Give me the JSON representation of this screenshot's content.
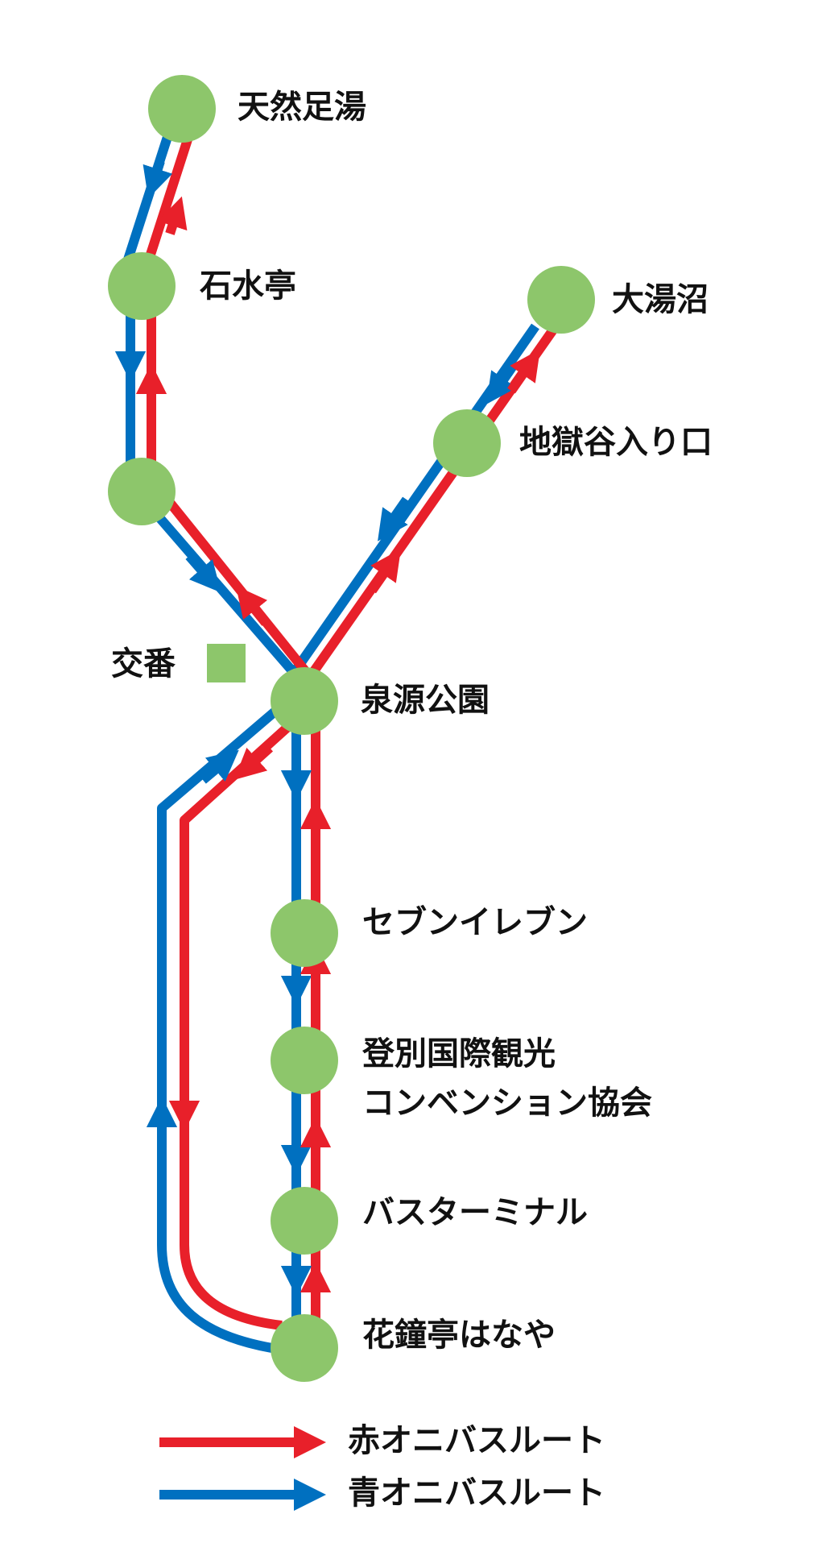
{
  "colors": {
    "red_route": "#e8202a",
    "blue_route": "#0070c0",
    "stop": "#8dc66b",
    "text": "#111111"
  },
  "stops": {
    "tennen_ashiyu": "天然足湯",
    "sekisuitei": "石水亭",
    "oyunuma": "大湯沼",
    "jigokudani_iriguchi": "地獄谷入り口",
    "koban": "交番",
    "sengen_koen": "泉源公園",
    "seven_eleven": "セブンイレブン",
    "convention_line1": "登別国際観光",
    "convention_line2": "コンベンション協会",
    "bus_terminal": "バスターミナル",
    "karinshou_hanaya": "花鐘亭はなや"
  },
  "legend": {
    "red": "赤オニバスルート",
    "blue": "青オニバスルート"
  }
}
